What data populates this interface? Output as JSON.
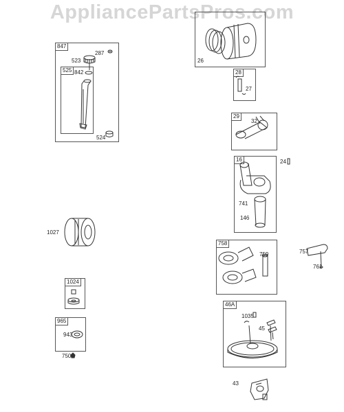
{
  "watermark": "AppliancePartsPros.com",
  "assemblies": [
    {
      "id": "847",
      "parts": [
        "287",
        "523",
        "525",
        "842",
        "524"
      ]
    },
    {
      "id": "26",
      "parts": []
    },
    {
      "id": "28",
      "parts": [
        "27"
      ]
    },
    {
      "id": "29",
      "parts": [
        "32"
      ]
    },
    {
      "id": "16",
      "parts": [
        "741",
        "146"
      ]
    },
    {
      "id": "758",
      "parts": [
        "759"
      ]
    },
    {
      "id": "1024",
      "parts": []
    },
    {
      "id": "965",
      "parts": [
        "943"
      ]
    },
    {
      "id": "46A",
      "parts": [
        "1035",
        "45"
      ]
    }
  ],
  "loose_parts": [
    "24",
    "1027",
    "757",
    "761",
    "750",
    "43"
  ]
}
